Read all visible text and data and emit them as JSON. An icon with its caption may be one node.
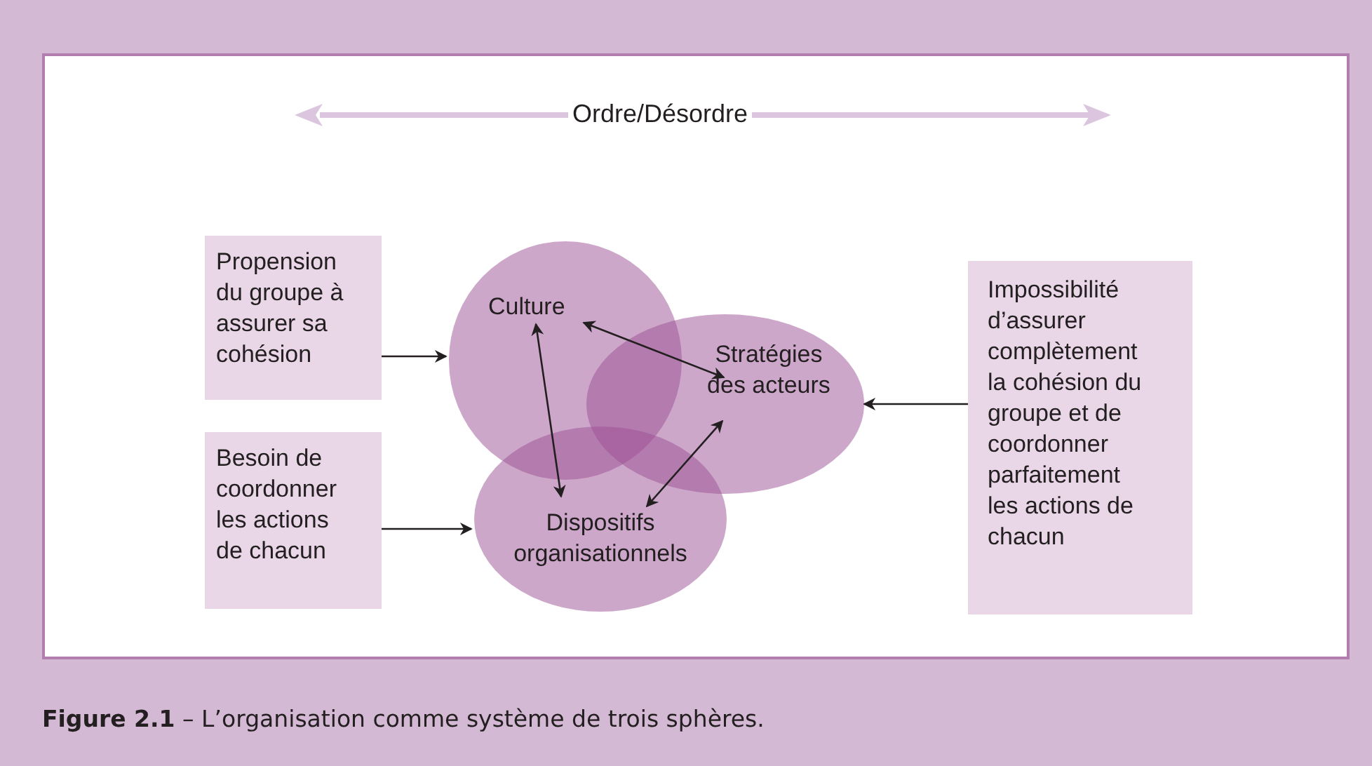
{
  "diagram": {
    "caption": "**Figure 2.1** – L’organisation comme système de trois sphères.",
    "nodes": [
      {
        "text": [
          "Propension du groupe à assurer sa cohésion"
        ]
      },
      {
        "text": [
          "Besoin de coordonner les actions de chacun"
        ]
      },
      {
        "text": [
          "Culture"
        ]
      },
      {
        "text": [
          "Stratégies des acteurs"
        ]
      },
      {
        "text": [
          "Dispositifs organisationnels"
        ]
      },
      {
        "text": [
          "Impossibilité d’assurer complètement la cohésion du groupe et de coordonner parfaitement les actions de chacun"
        ]
      }
    ],
    "edges": [
      {
        "from": 0,
        "to": 2,
        "arrow": "to"
      },
      {
        "from": 1,
        "to": 4,
        "arrow": "to"
      },
      {
        "from": 5,
        "to": 3,
        "arrow": "to"
      },
      {
        "from": 2,
        "to": 3,
        "arrow": "both"
      },
      {
        "from": 2,
        "to": 4,
        "arrow": "both"
      },
      {
        "from": 3,
        "to": 4,
        "arrow": "both"
      }
    ],
    "labels": [
      "Ordre/Désordre"
    ]
  }
}
